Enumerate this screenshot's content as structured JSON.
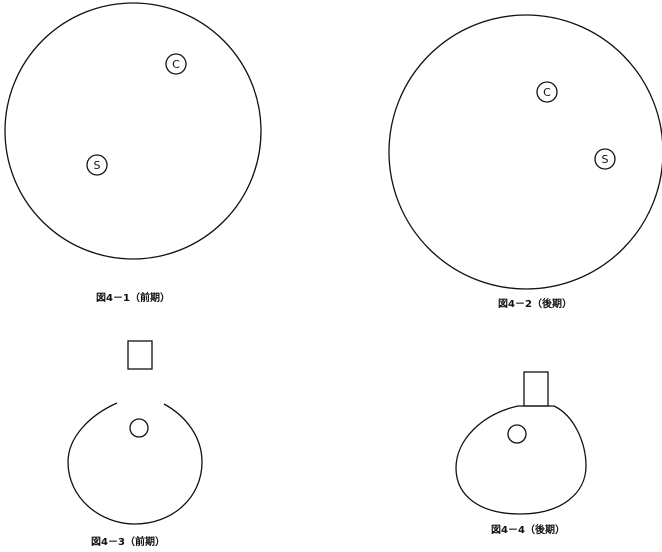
{
  "figures": [
    {
      "caption": "図4－1（前期）",
      "markers": [
        {
          "symbol": "C"
        },
        {
          "symbol": "S"
        }
      ]
    },
    {
      "caption": "図4－2（後期）",
      "markers": [
        {
          "symbol": "C"
        },
        {
          "symbol": "S"
        }
      ]
    },
    {
      "caption": "図4－3（前期）"
    },
    {
      "caption": "図4－4（後期）"
    }
  ]
}
